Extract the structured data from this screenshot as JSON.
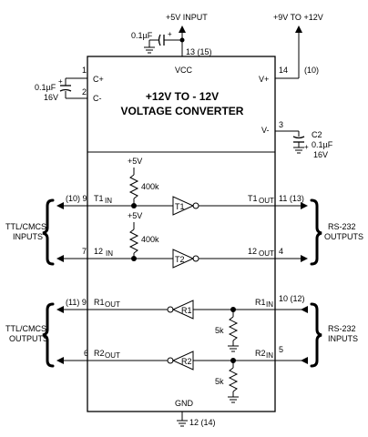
{
  "supply": {
    "v5_input": "+5V INPUT",
    "v9_12": "+9V TO +12V",
    "cap_top": "0.1µF",
    "pin13": "13 (15)",
    "pin14": "14",
    "pin14_alt": "(10)"
  },
  "chip": {
    "title_line1": "+12V TO - 12V",
    "title_line2": "VOLTAGE CONVERTER",
    "vcc": "VCC",
    "cplus": "C+",
    "cminus": "C-",
    "vplus": "V+",
    "vminus": "V-",
    "gnd": "GND",
    "gnd_pin": "12 (14)"
  },
  "left_caps": {
    "pin1": "1",
    "pin2": "2",
    "cap_value": "0.1µF",
    "cap_voltage": "16V"
  },
  "c2": {
    "pin3": "3",
    "label": "C2",
    "value": "0.1µF",
    "voltage": "16V"
  },
  "transmitters": [
    {
      "in_pin": "(10) 9",
      "in_label": "T1",
      "in_sub": "IN",
      "gate": "T1",
      "out_label": "T1",
      "out_sub": "OUT",
      "out_pin": "11 (13)",
      "pullup": "+5V",
      "res": "400k"
    },
    {
      "in_pin": "7",
      "in_label": "12",
      "in_sub": "IN",
      "gate": "T2",
      "out_label": "12",
      "out_sub": "OUT",
      "out_pin": "4",
      "pullup": "+5V",
      "res": "400k"
    }
  ],
  "receivers": [
    {
      "out_pin": "(11) 9",
      "out_label": "R1",
      "out_sub": "OUT",
      "gate": "R1",
      "in_label": "R1",
      "in_sub": "IN",
      "in_pin": "10 (12)",
      "res": "5k"
    },
    {
      "out_pin": "6",
      "out_label": "R2",
      "out_sub": "OUT",
      "gate": "R2",
      "in_label": "R2",
      "in_sub": "IN",
      "in_pin": "5",
      "res": "5k"
    }
  ],
  "groups": {
    "ttl_inputs_1": "TTL/CMCS",
    "ttl_inputs_2": "INPUTS",
    "rs232_outputs_1": "RS-232",
    "rs232_outputs_2": "OUTPUTS",
    "ttl_outputs_1": "TTL/CMCS",
    "ttl_outputs_2": "OUTPUTS",
    "rs232_inputs_1": "RS-232",
    "rs232_inputs_2": "INPUTS"
  }
}
